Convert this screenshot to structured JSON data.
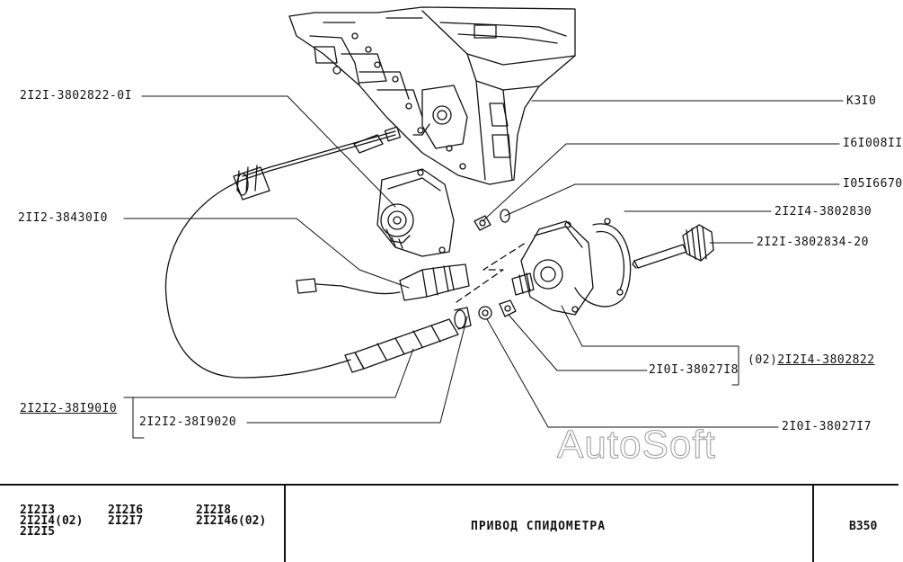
{
  "parts": {
    "p1": "2I2I-3802822-0I",
    "p2": "2II2-38430I0",
    "p3": "2I2I2-38I90I0",
    "p4": "2I2I2-38I9020",
    "p5": "К3I0",
    "p6": "I6I008II",
    "p7": "I05I6670",
    "p8": "2I2I4-3802830",
    "p9": "2I2I-3802834-20",
    "p10_prefix": "(02)",
    "p10": "2I2I4-3802822",
    "p11": "2I0I-38027I8",
    "p12": "2I0I-38027I7"
  },
  "watermark": "AutoSoft",
  "title_block": {
    "models": [
      [
        "2I2I3",
        "2I2I4(02)",
        "2I2I5"
      ],
      [
        "2I2I6",
        "2I2I7"
      ],
      [
        "2I2I8",
        "2I2I46(02)"
      ]
    ],
    "title": "ПРИВОД СПИДОМЕТРА",
    "code": "В350"
  }
}
